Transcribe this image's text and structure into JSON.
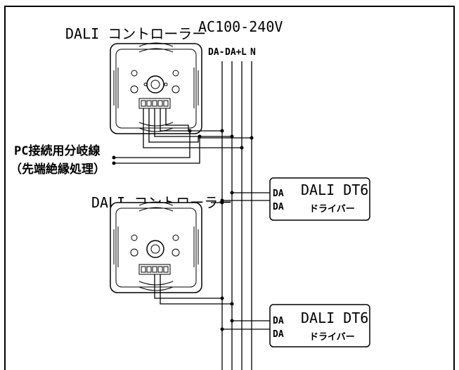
{
  "top_controller": {
    "label": "DALI コントローラー"
  },
  "supply": {
    "label": "AC100-240V"
  },
  "terminals": [
    "DA-",
    "DA+",
    "L",
    "N"
  ],
  "pc_branch": {
    "line1": "PC接続用分岐線",
    "line2": "（先端絶縁処理）"
  },
  "bottom_controller": {
    "label": "DALI コントローラー"
  },
  "driver_top": {
    "title": "DALI DT6",
    "subtitle": "ドライバー",
    "port_a": "DA",
    "port_b": "DA"
  },
  "driver_bottom": {
    "title": "DALI DT6",
    "subtitle": "ドライバー",
    "port_a": "DA",
    "port_b": "DA"
  }
}
